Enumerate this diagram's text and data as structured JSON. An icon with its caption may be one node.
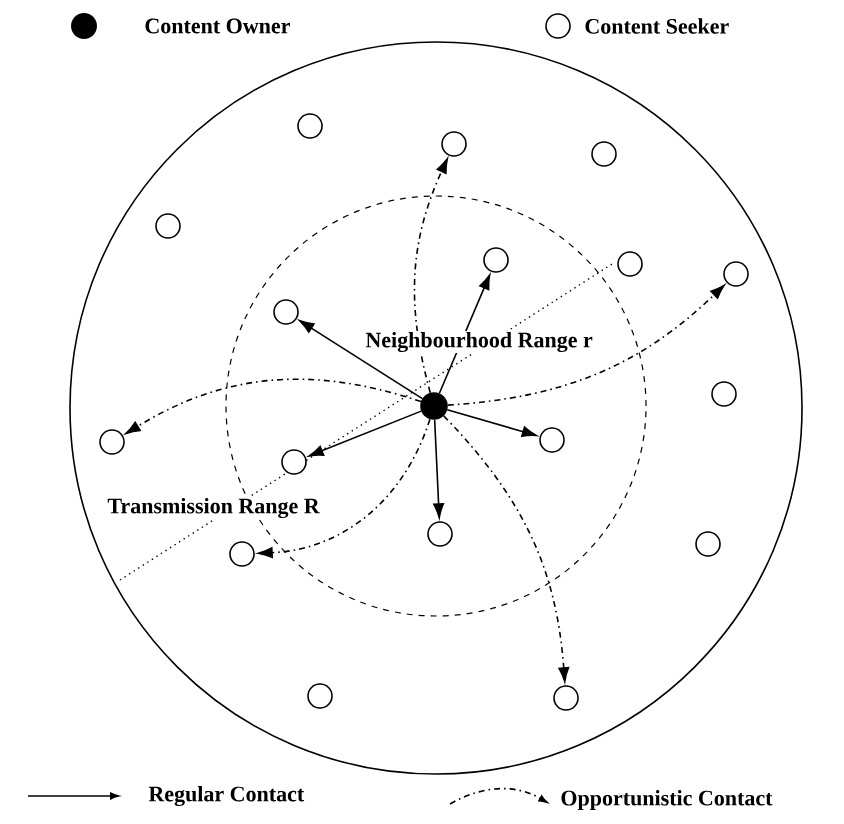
{
  "diagram": {
    "nodes": [
      {
        "text": [],
        "shape": "circle"
      },
      {
        "text": [],
        "shape": "circle"
      },
      {
        "text": [],
        "shape": "circle"
      },
      {
        "text": [],
        "shape": "circle"
      },
      {
        "text": [],
        "shape": "circle"
      },
      {
        "text": [],
        "shape": "circle"
      },
      {
        "text": [],
        "shape": "circle"
      },
      {
        "text": [],
        "shape": "circle"
      },
      {
        "text": [],
        "shape": "circle"
      },
      {
        "text": [],
        "shape": "circle"
      },
      {
        "text": [],
        "shape": "circle"
      },
      {
        "text": [],
        "shape": "circle"
      },
      {
        "text": [],
        "shape": "circle"
      },
      {
        "text": [],
        "shape": "circle"
      },
      {
        "text": [],
        "shape": "circle"
      },
      {
        "text": [],
        "shape": "circle"
      },
      {
        "text": [],
        "shape": "circle"
      },
      {
        "text": [],
        "shape": "circle"
      }
    ],
    "edges": [
      {
        "from": 9,
        "to": 7,
        "arrow": "to"
      },
      {
        "from": 9,
        "to": 4,
        "arrow": "to"
      },
      {
        "from": 9,
        "to": 10,
        "arrow": "to"
      },
      {
        "from": 9,
        "to": 12,
        "arrow": "to"
      },
      {
        "from": 9,
        "to": 13,
        "arrow": "to"
      },
      {
        "from": 9,
        "to": 1,
        "arrow": "to",
        "style": "dashed"
      },
      {
        "from": 9,
        "to": 6,
        "arrow": "to",
        "style": "dashed"
      },
      {
        "from": 9,
        "to": 11,
        "arrow": "to",
        "style": "dashed"
      },
      {
        "from": 9,
        "to": 15,
        "arrow": "to",
        "style": "dashed"
      },
      {
        "from": 9,
        "to": 17,
        "arrow": "to",
        "style": "dashed"
      }
    ],
    "labels": [
      "Neighbourhood Range r",
      "Transmission Range R"
    ],
    "legend": [
      {
        "text": "Content Owner"
      },
      {
        "text": "Content Seeker"
      },
      {
        "text": "Regular Contact"
      },
      {
        "text": "Opportunistic Contact"
      }
    ]
  }
}
